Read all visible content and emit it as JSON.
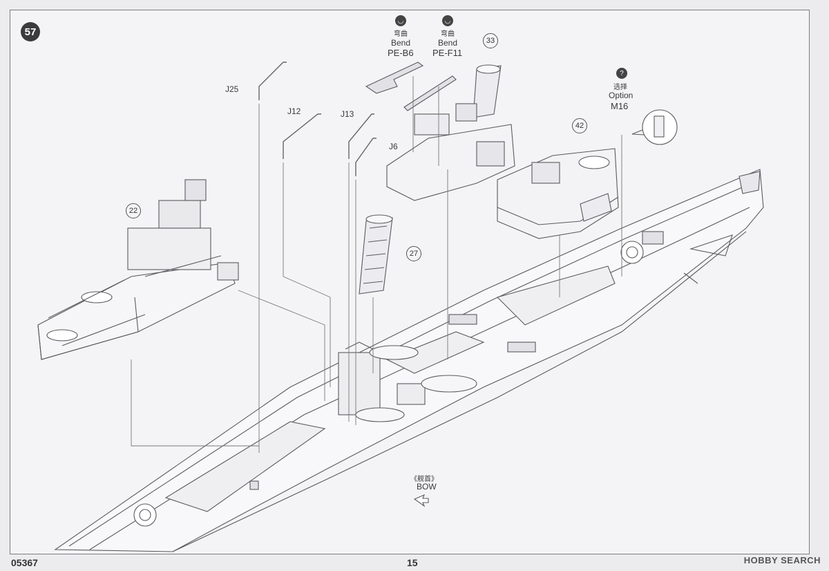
{
  "step_number": "57",
  "callouts": {
    "c22": "22",
    "c27": "27",
    "c33": "33",
    "c42": "42"
  },
  "part_labels": {
    "j25": "J25",
    "j12": "J12",
    "j13": "J13",
    "j6": "J6"
  },
  "bend_notes": [
    {
      "cn": "弯曲",
      "en": "Bend",
      "code": "PE-B6"
    },
    {
      "cn": "弯曲",
      "en": "Bend",
      "code": "PE-F11"
    }
  ],
  "option_note": {
    "cn": "选择",
    "en": "Option",
    "code": "M16",
    "icon": "?"
  },
  "bow_note": {
    "cn": "《舰首》",
    "en": "BOW"
  },
  "footer": {
    "kit_number": "05367",
    "page_number": "15",
    "brand": "HOBBY SEARCH"
  }
}
